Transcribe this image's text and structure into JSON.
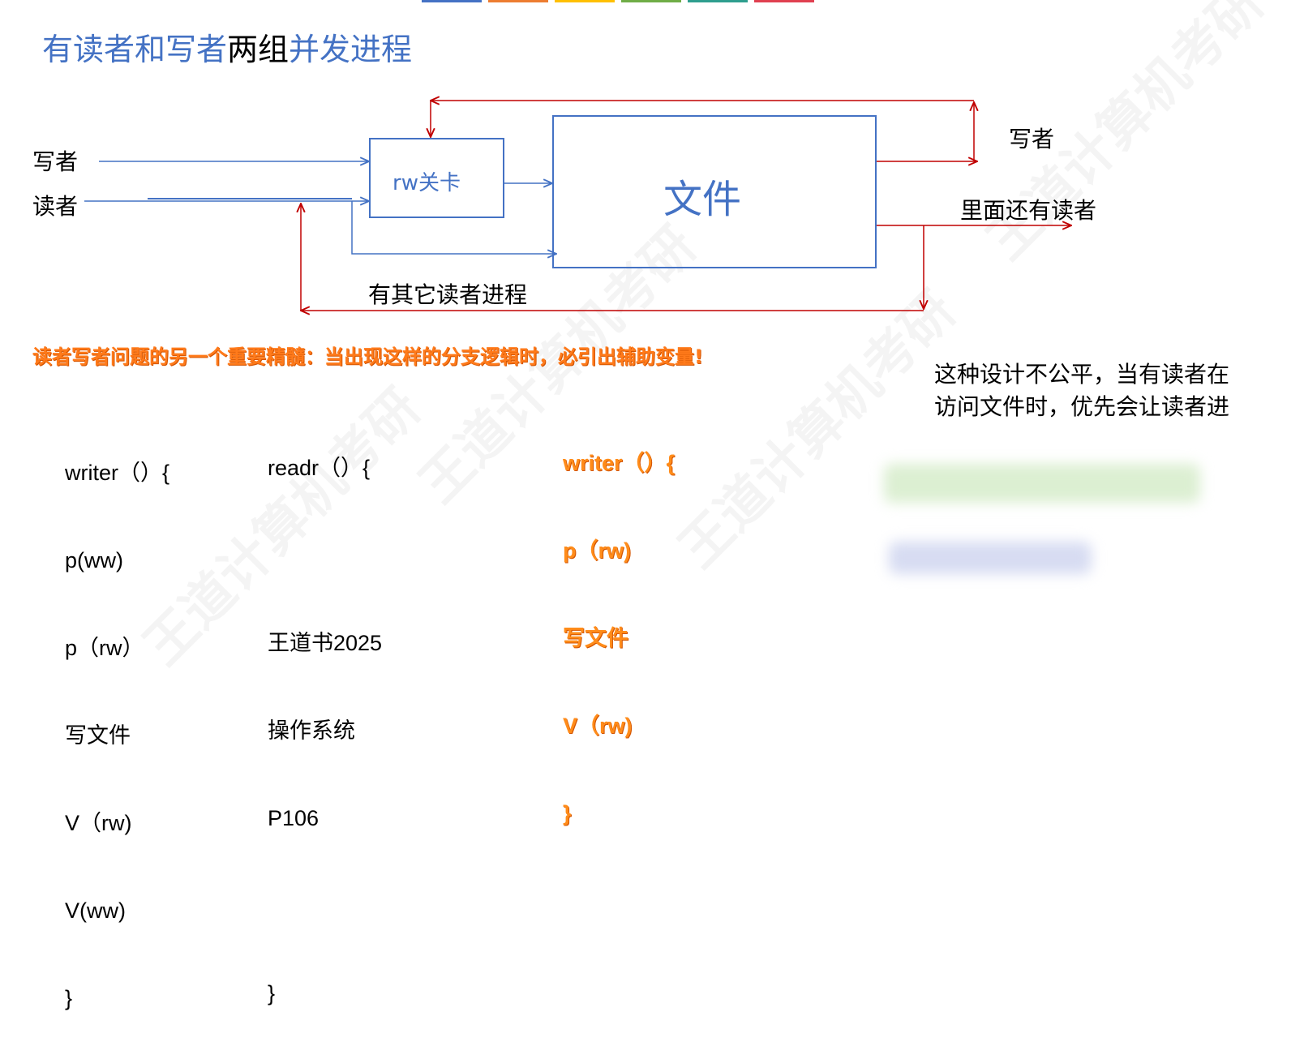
{
  "title": {
    "part1": "有读者和写者",
    "part2": "两组",
    "part3": "并发进程"
  },
  "diagram": {
    "writer_label": "写者",
    "reader_label": "读者",
    "gate_label": "rw关卡",
    "file_label": "文件",
    "out_writer_label": "写者",
    "out_reader_label": "里面还有读者",
    "loop_label": "有其它读者进程"
  },
  "highlight": "读者写者问题的另一个重要精髓：当出现这样的分支逻辑时，必引出辅助变量!",
  "code_writer": {
    "lines": [
      "writer（）{",
      "p(ww)",
      "p（rw）",
      "写文件",
      "V（rw)",
      "V(ww)",
      "}"
    ]
  },
  "code_reader": {
    "lines": [
      "readr（）{",
      "",
      "王道书2025",
      "操作系统",
      "P106",
      "",
      "}"
    ]
  },
  "code_writer_orange": {
    "lines": [
      "writer（）{",
      "p（rw)",
      "写文件",
      "V（rw)",
      "}"
    ]
  },
  "note": {
    "line1": "这种设计不公平，当有读者在",
    "line2": "访问文件时，优先会让读者进"
  },
  "watermark_text": "王道计算机考研",
  "colors": {
    "blue": "#4472c4",
    "red": "#c00000",
    "orange": "#ff8c1a"
  }
}
